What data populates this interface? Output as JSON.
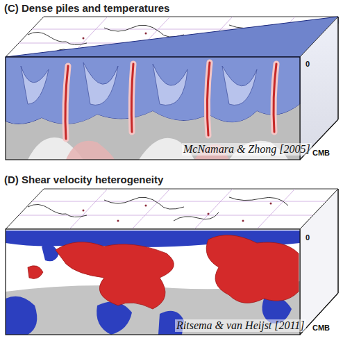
{
  "diagram": {
    "labels": [
      "(C) Dense piles and temperatures",
      "0",
      "McNamara & Zhong [2005]",
      "CMB",
      "(D) Shear velocity heterogeneity",
      "0",
      "Ritsema & van Heijst [2011]",
      "CMB"
    ]
  }
}
